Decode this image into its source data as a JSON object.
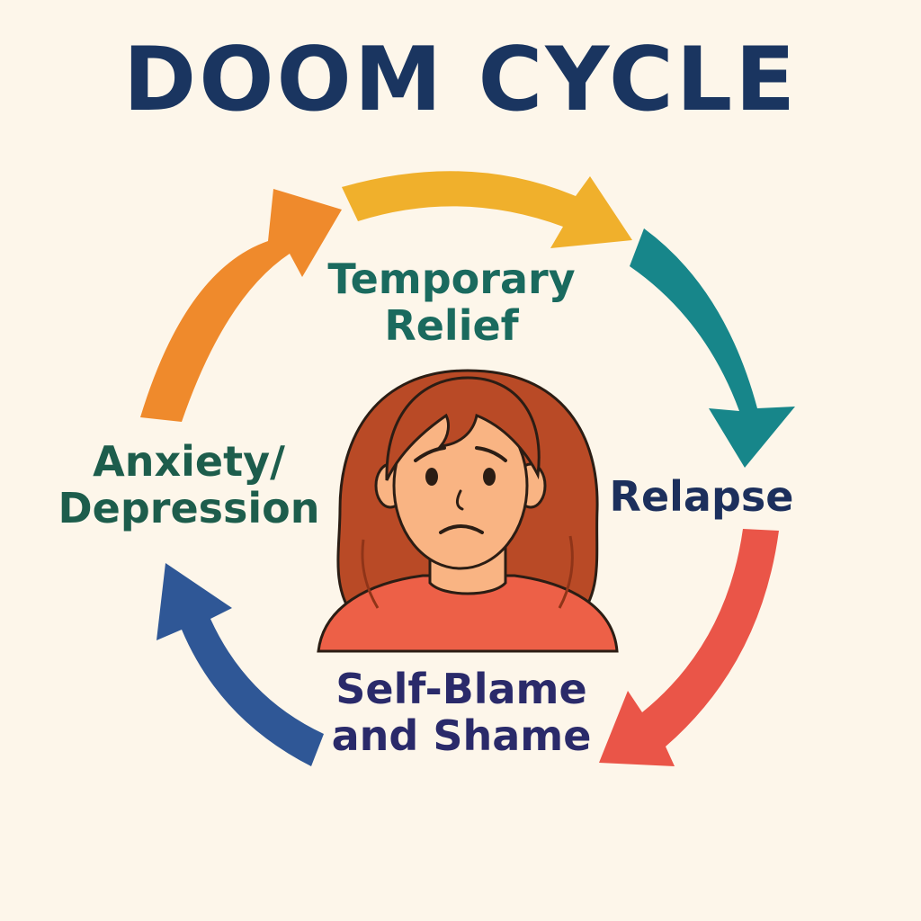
{
  "title": "DOOM CYCLE",
  "stages": [
    {
      "id": "relief",
      "lines": [
        "Temporary",
        "Relief"
      ],
      "color": "#1a6a5e"
    },
    {
      "id": "relapse",
      "lines": [
        "Relapse"
      ],
      "color": "#1c2f5c"
    },
    {
      "id": "shame",
      "lines": [
        "Self-Blame",
        "and Shame"
      ],
      "color": "#2a2a6a"
    },
    {
      "id": "anxiety",
      "lines": [
        "Anxiety/",
        "Depression"
      ],
      "color": "#1d5d4c"
    }
  ],
  "colors": {
    "background": "#fdf6ea",
    "title": "#1a3560",
    "arrow_orange": "#ef8a2c",
    "arrow_yellow": "#f0b02c",
    "arrow_teal": "#17868a",
    "arrow_red": "#ea5548",
    "arrow_blue": "#2f5796",
    "hair": "#b94a26",
    "hair_shadow": "#8f3418",
    "skin": "#f9b483",
    "shirt": "#ed6047",
    "outline": "#2b1d14"
  },
  "icons": [
    "sad-woman-icon",
    "cycle-arrow-icon"
  ]
}
